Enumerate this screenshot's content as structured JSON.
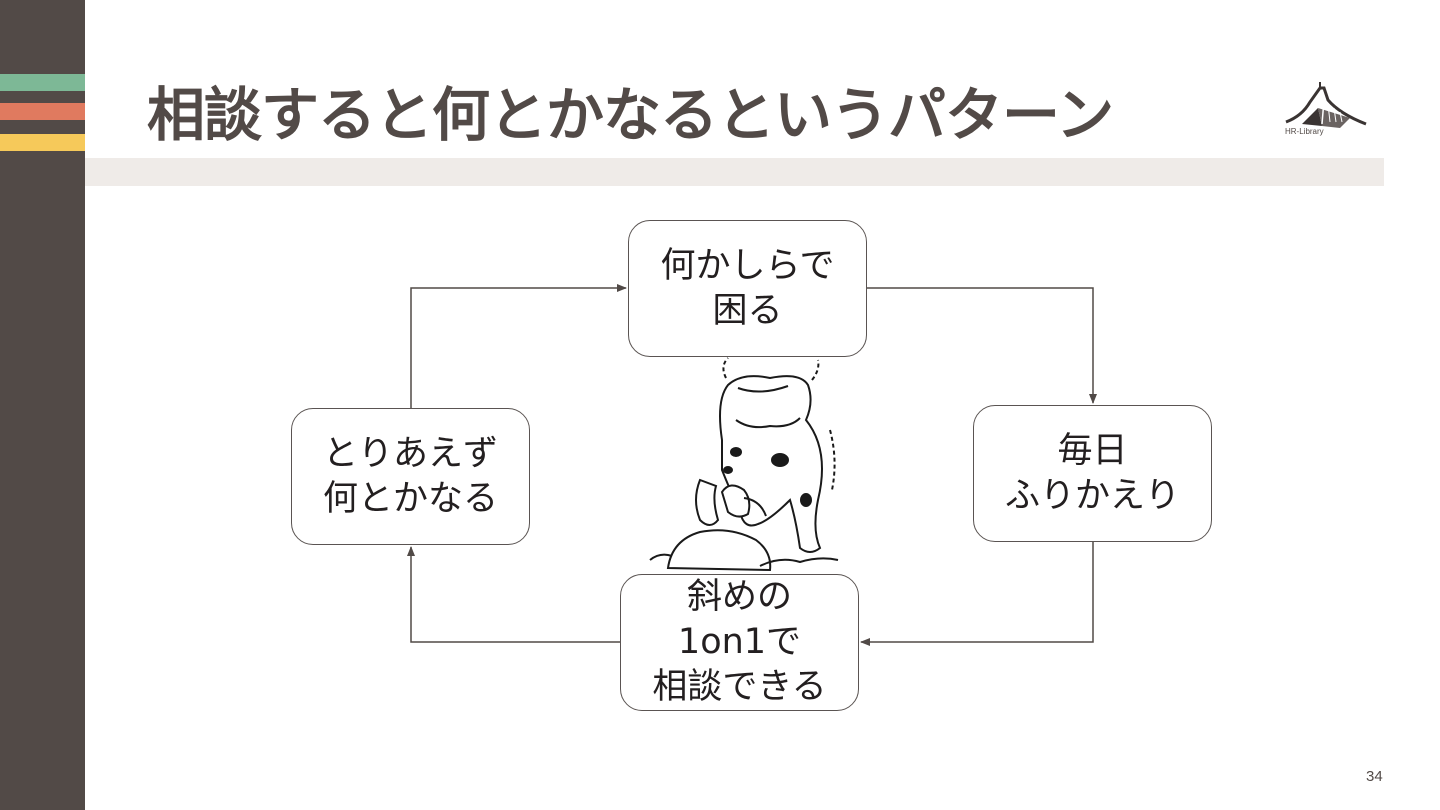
{
  "slide": {
    "title": "相談すると何とかなるというパターン",
    "page_number": "34",
    "logo_text": "HR-Library"
  },
  "colors": {
    "sidebar": "#524a47",
    "stripe_green": "#7db896",
    "stripe_orange": "#e07a5f",
    "stripe_yellow": "#f6c95a",
    "title_bar": "#efebe8"
  },
  "diagram": {
    "nodes": {
      "top": "何かしらで\n困る",
      "right": "毎日\nふりかえり",
      "bottom": "斜めの\n1on1で\n相談できる",
      "left": "とりあえず\n何とかなる"
    },
    "illustration": "frog-on-rock-icon"
  }
}
